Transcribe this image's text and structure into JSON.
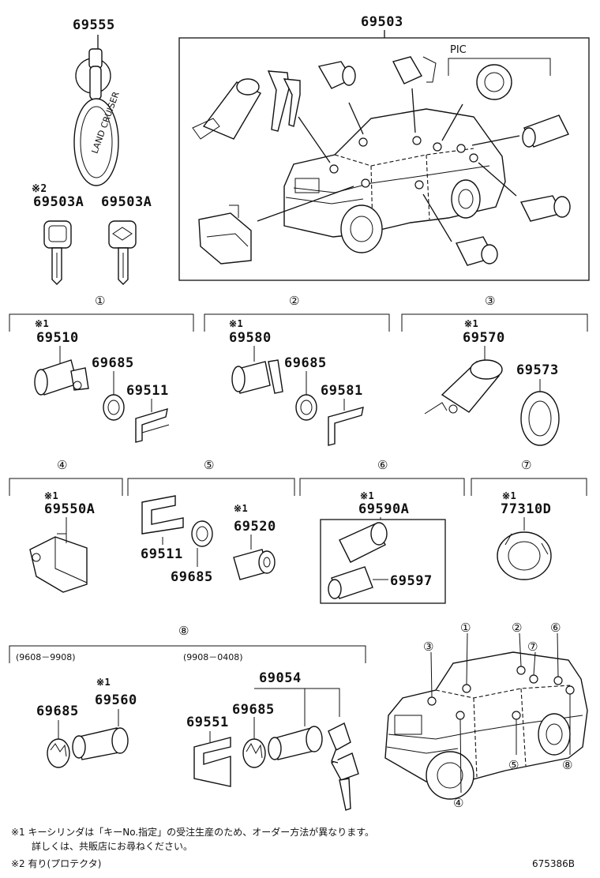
{
  "parts": {
    "keyring": "69555",
    "assembly": "69503",
    "pic": "PIC",
    "key_note": "※2",
    "key_a": "69503A",
    "key_b": "69503A",
    "s1_note": "※1",
    "s1_cyl": "69510",
    "s1_pad": "69685",
    "s1_clip": "69511",
    "s2_note": "※1",
    "s2_cyl": "69580",
    "s2_pad": "69685",
    "s2_clip": "69581",
    "s3_note": "※1",
    "s3_cyl": "69570",
    "s3_ring": "69573",
    "s4_note": "※1",
    "s4_cyl": "69550A",
    "s5_clip": "69511",
    "s5_pad": "69685",
    "s5_note": "※1",
    "s5_cyl": "69520",
    "s6_note": "※1",
    "s6_set": "69590A",
    "s6_cyl": "69597",
    "s7_note": "※1",
    "s7_cyl": "77310D",
    "s8_range_a": "(9608－9908)",
    "s8_range_b": "(9908－0408)",
    "s8a_pad": "69685",
    "s8a_note": "※1",
    "s8a_cyl": "69560",
    "s8b_set": "69054",
    "s8b_clip": "69551",
    "s8b_pad": "69685"
  },
  "sections": {
    "c1": "①",
    "c2": "②",
    "c3": "③",
    "c4": "④",
    "c5": "⑤",
    "c6": "⑥",
    "c7": "⑦",
    "c8": "⑧"
  },
  "locator": {
    "l1": "①",
    "l2": "②",
    "l3": "③",
    "l4": "④",
    "l5": "⑤",
    "l6": "⑥",
    "l7": "⑦",
    "l8": "⑧"
  },
  "footnotes": {
    "line1": "※1 キーシリンダは「キーNo.指定」の受注生産のため、オーダー方法が異なります。",
    "line2": "詳しくは、共販店にお尋ねください。",
    "line3": "※2 有り(プロテクタ)"
  },
  "drawing_number": "675386B"
}
